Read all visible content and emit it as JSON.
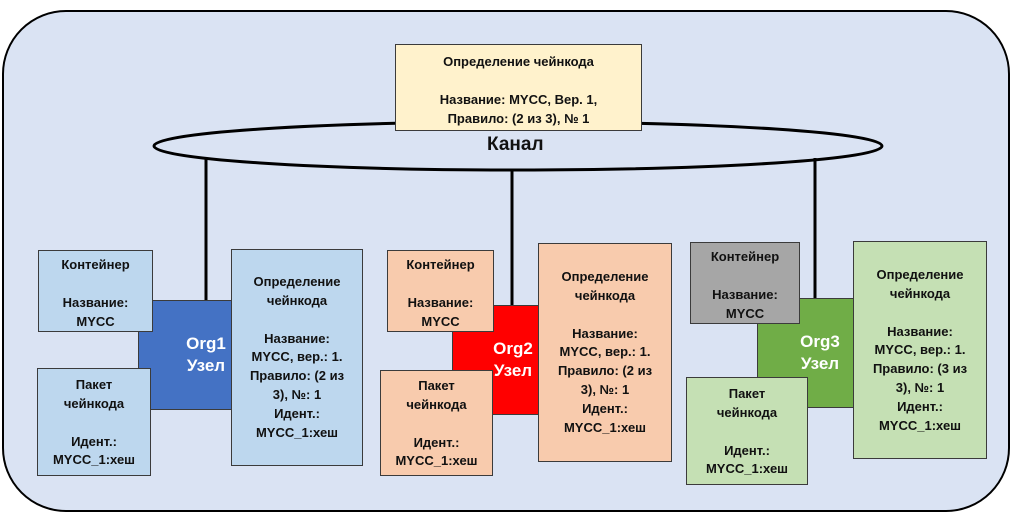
{
  "colors": {
    "frame_bg": "#dae3f3",
    "yellow": "#fff2cc",
    "blue_light": "#bdd7ee",
    "blue_node": "#4472c4",
    "orange_light": "#f8cbad",
    "red_node": "#ff0000",
    "gray": "#a6a6a6",
    "green_light": "#c5e0b4",
    "green_node": "#70ad47"
  },
  "channel": {
    "label": "Канал",
    "definition": "Определение чейнкода\n\nНазвание: MYCC, Вер. 1,\nПравило: (2 из 3), № 1"
  },
  "org1": {
    "node": "Org1\nУзел",
    "container": "Контейнер\n\nНазвание:\nMYCC",
    "package": "Пакет\nчейнкода\n\nИдент.:\nMYCC_1:хеш",
    "definition": "Определение\nчейнкода\n\nНазвание:\nMYCC, вер.: 1.\nПравило: (2 из\n3), №: 1\nИдент.:\nMYCC_1:хеш"
  },
  "org2": {
    "node": "Org2\nУзел",
    "container": "Контейнер\n\nНазвание:\nMYCC",
    "package": "Пакет\nчейнкода\n\nИдент.:\nMYCC_1:хеш",
    "definition": "Определение\nчейнкода\n\nНазвание:\nMYCC, вер.: 1.\nПравило: (2 из\n3), №: 1\nИдент.:\nMYCC_1:хеш"
  },
  "org3": {
    "node": "Org3\nУзел",
    "container": "Контейнер\n\nНазвание:\nMYCC",
    "package": "Пакет\nчейнкода\n\nИдент.:\nMYCC_1:хеш",
    "definition": "Определение\nчейнкода\n\nНазвание:\nMYCC, вер.: 1.\nПравило: (3 из\n3), №: 1\nИдент.:\nMYCC_1:хеш"
  }
}
